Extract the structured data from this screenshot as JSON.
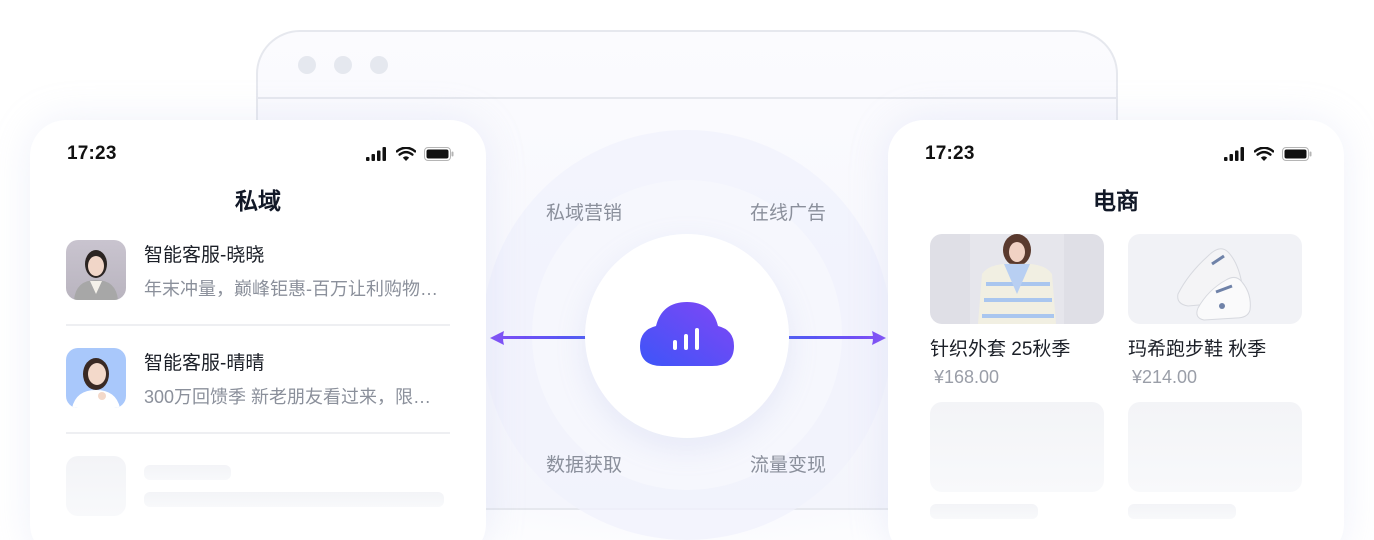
{
  "browser": {
    "dots": 3
  },
  "hub": {
    "icon": "cloud-chart-icon",
    "labels": {
      "top_left": "私域营销",
      "top_right": "在线广告",
      "bottom_left": "数据获取",
      "bottom_right": "流量变现"
    },
    "colors": {
      "gradient_start": "#3d55f8",
      "gradient_end": "#8246f5"
    }
  },
  "left_phone": {
    "status": {
      "time": "17:23"
    },
    "title": "私域",
    "chats": [
      {
        "name": "智能客服-晓晓",
        "preview": "年末冲量，巅峰钜惠-百万让利购物…"
      },
      {
        "name": "智能客服-晴晴",
        "preview": "300万回馈季 新老朋友看过来，限…"
      }
    ]
  },
  "right_phone": {
    "status": {
      "time": "17:23"
    },
    "title": "电商",
    "products": [
      {
        "name": "针织外套 25秋季",
        "price": "¥168.00"
      },
      {
        "name": "玛希跑步鞋 秋季",
        "price": "¥214.00"
      }
    ]
  }
}
